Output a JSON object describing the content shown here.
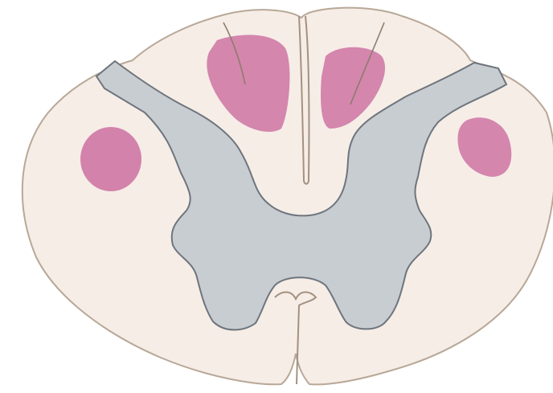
{
  "diagram": {
    "colors": {
      "background": "#ffffff",
      "white_matter_fill": "#f6ede7",
      "white_matter_outline": "#b8a897",
      "gray_matter_fill": "#c8cdd2",
      "gray_matter_outline": "#6e757c",
      "lesion_fill": "#cc6fa0",
      "fissure_line": "#a4917f"
    },
    "regions": [
      {
        "name": "white-matter-cross-section"
      },
      {
        "name": "gray-matter-butterfly"
      },
      {
        "name": "lesion-dorsal-left"
      },
      {
        "name": "lesion-dorsal-right"
      },
      {
        "name": "lesion-lateral-left"
      },
      {
        "name": "lesion-lateral-right"
      }
    ]
  }
}
